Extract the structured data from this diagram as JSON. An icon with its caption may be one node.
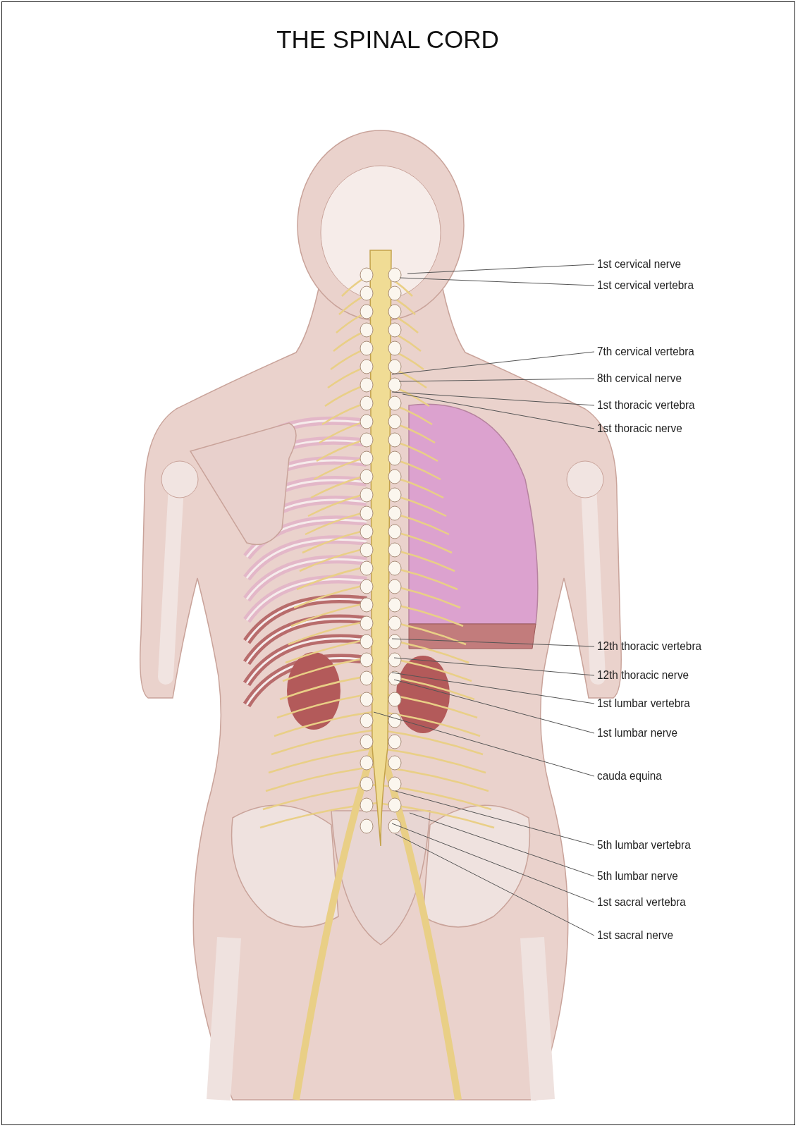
{
  "diagram": {
    "title": "THE SPINAL CORD",
    "nodes": [
      {
        "text": [
          "1st cervical nerve"
        ]
      },
      {
        "text": [
          "1st cervical vertebra"
        ]
      },
      {
        "text": [
          "7th cervical vertebra"
        ]
      },
      {
        "text": [
          "8th cervical nerve"
        ]
      },
      {
        "text": [
          "1st thoracic vertebra"
        ]
      },
      {
        "text": [
          "1st thoracic nerve"
        ]
      },
      {
        "text": [
          "12th thoracic vertebra"
        ]
      },
      {
        "text": [
          "12th thoracic nerve"
        ]
      },
      {
        "text": [
          "1st lumbar vertebra"
        ]
      },
      {
        "text": [
          "1st lumbar nerve"
        ]
      },
      {
        "text": [
          "cauda equina"
        ]
      },
      {
        "text": [
          "5th lumbar vertebra"
        ]
      },
      {
        "text": [
          "5th lumbar nerve"
        ]
      },
      {
        "text": [
          "1st sacral vertebra"
        ]
      },
      {
        "text": [
          "1st sacral nerve"
        ]
      }
    ],
    "edges": [
      {
        "from": 0,
        "to": null,
        "arrow": "none"
      },
      {
        "from": 1,
        "to": null,
        "arrow": "none"
      },
      {
        "from": 2,
        "to": null,
        "arrow": "none"
      },
      {
        "from": 3,
        "to": null,
        "arrow": "none"
      },
      {
        "from": 4,
        "to": null,
        "arrow": "none"
      },
      {
        "from": 5,
        "to": null,
        "arrow": "none"
      },
      {
        "from": 6,
        "to": null,
        "arrow": "none"
      },
      {
        "from": 7,
        "to": null,
        "arrow": "none"
      },
      {
        "from": 8,
        "to": null,
        "arrow": "none"
      },
      {
        "from": 9,
        "to": null,
        "arrow": "none"
      },
      {
        "from": 10,
        "to": null,
        "arrow": "none"
      },
      {
        "from": 11,
        "to": null,
        "arrow": "none"
      },
      {
        "from": 12,
        "to": null,
        "arrow": "none"
      },
      {
        "from": 13,
        "to": null,
        "arrow": "none"
      },
      {
        "from": 14,
        "to": null,
        "arrow": "none"
      }
    ]
  }
}
